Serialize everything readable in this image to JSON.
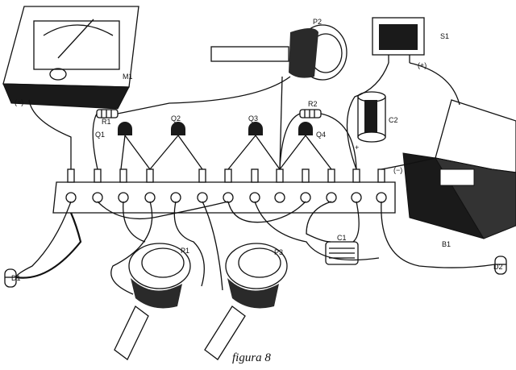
{
  "caption": "figura 8",
  "labels": {
    "m1": "M1",
    "m1_plus": "(+)",
    "p2": "P2",
    "s1": "S1",
    "s1_plus": "(+)",
    "r1": "R1",
    "q1": "Q1",
    "q2": "Q2",
    "q3": "Q3",
    "r2": "R2",
    "q4": "Q4",
    "c2": "C2",
    "c2_plus": "+",
    "minus": "(−)",
    "b1": "B1",
    "d1": "D1",
    "p1": "P1",
    "p3": "P3",
    "c1": "C1",
    "d2": "D2"
  }
}
